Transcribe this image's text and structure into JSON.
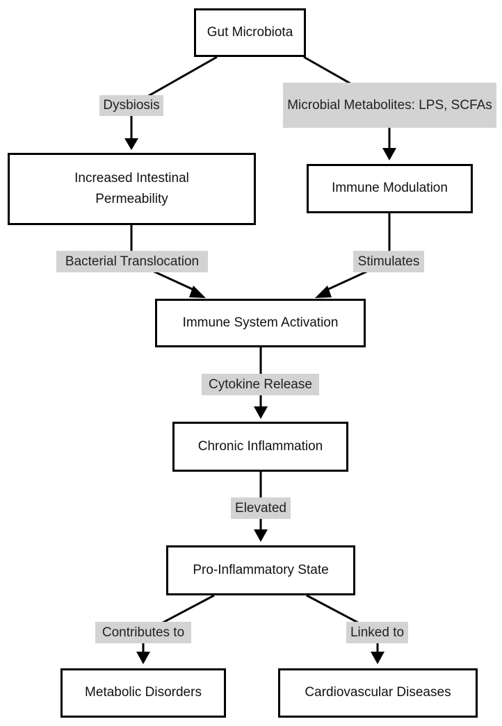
{
  "nodes": {
    "gut_microbiota": "Gut Microbiota",
    "increased_permeability": "Increased Intestinal Permeability",
    "immune_modulation": "Immune Modulation",
    "immune_activation": "Immune System Activation",
    "chronic_inflammation": "Chronic Inflammation",
    "pro_inflammatory": "Pro-Inflammatory State",
    "metabolic_disorders": "Metabolic Disorders",
    "cardiovascular_diseases": "Cardiovascular Diseases"
  },
  "edges": {
    "dysbiosis": "Dysbiosis",
    "metabolites": "Microbial Metabolites: LPS, SCFAs",
    "bacterial_translocation": "Bacterial Translocation",
    "stimulates": "Stimulates",
    "cytokine_release": "Cytokine Release",
    "elevated": "Elevated",
    "contributes_to": "Contributes to",
    "linked_to": "Linked to"
  },
  "colors": {
    "node_border": "#000000",
    "edge_label_bg": "#d3d3d3",
    "line": "#000000"
  }
}
